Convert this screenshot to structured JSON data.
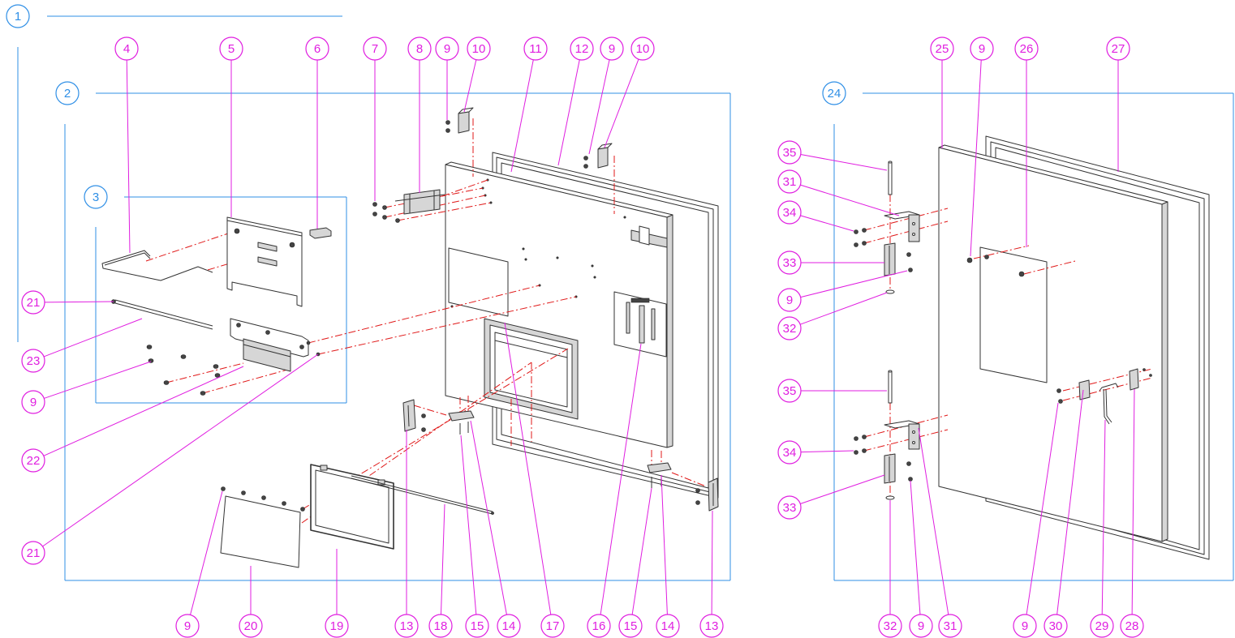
{
  "assembly_labels": [
    "1",
    "2",
    "3",
    "24"
  ],
  "part_labels": {
    "top_left": [
      "4",
      "5",
      "6",
      "7",
      "8",
      "9",
      "10",
      "11",
      "12",
      "9",
      "10"
    ],
    "top_right": [
      "25",
      "9",
      "26",
      "27"
    ],
    "left_column": [
      "21",
      "23",
      "9",
      "22",
      "21"
    ],
    "bottom_left": [
      "9",
      "20",
      "19",
      "13",
      "18",
      "15",
      "14",
      "17",
      "16",
      "15",
      "14",
      "13"
    ],
    "right_column": [
      "35",
      "31",
      "34",
      "33",
      "9",
      "32",
      "35",
      "34",
      "33"
    ],
    "bottom_right": [
      "32",
      "9",
      "31",
      "9",
      "30",
      "29",
      "28"
    ]
  },
  "colors": {
    "assembly_callout": "#2f8fe6",
    "part_callout": "#e01ee0",
    "center_line": "#e01818",
    "part_outline": "#333333"
  }
}
